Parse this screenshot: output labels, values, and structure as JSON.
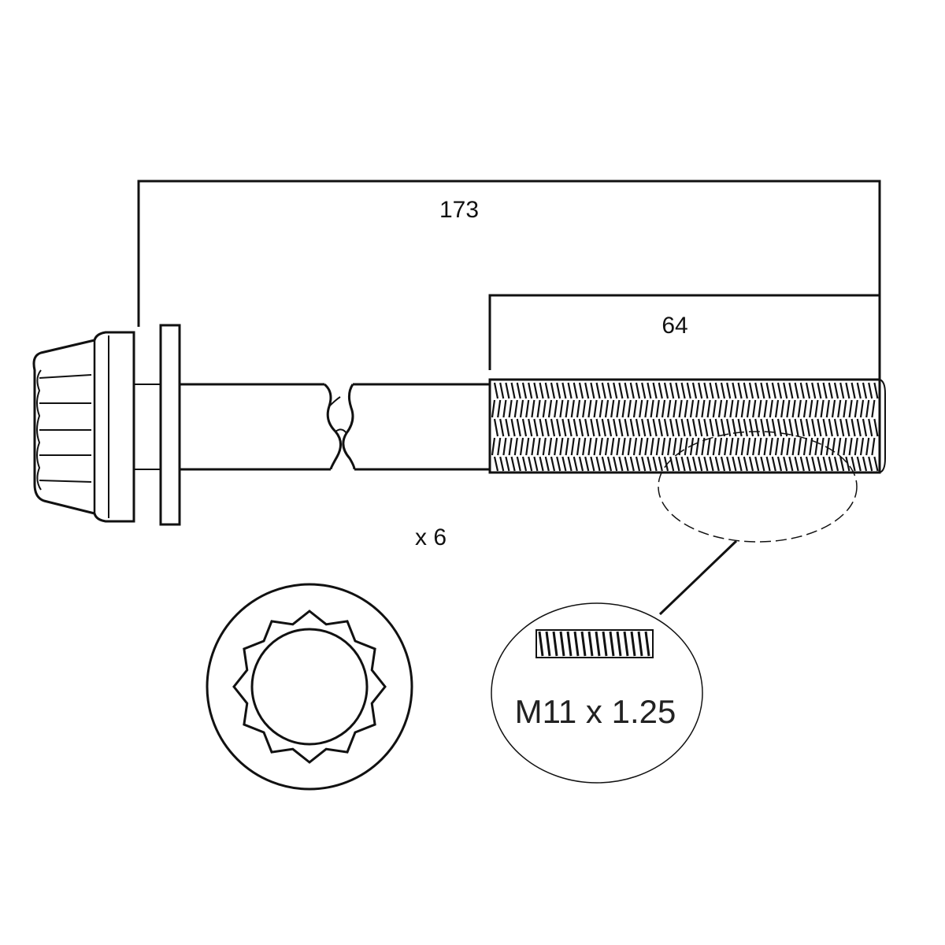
{
  "dimensions": {
    "overall_length": "173",
    "thread_length": "64"
  },
  "quantity_label": "x 6",
  "thread_spec": "M11 x 1.25",
  "colors": {
    "line": "#111111",
    "background": "#ffffff"
  }
}
